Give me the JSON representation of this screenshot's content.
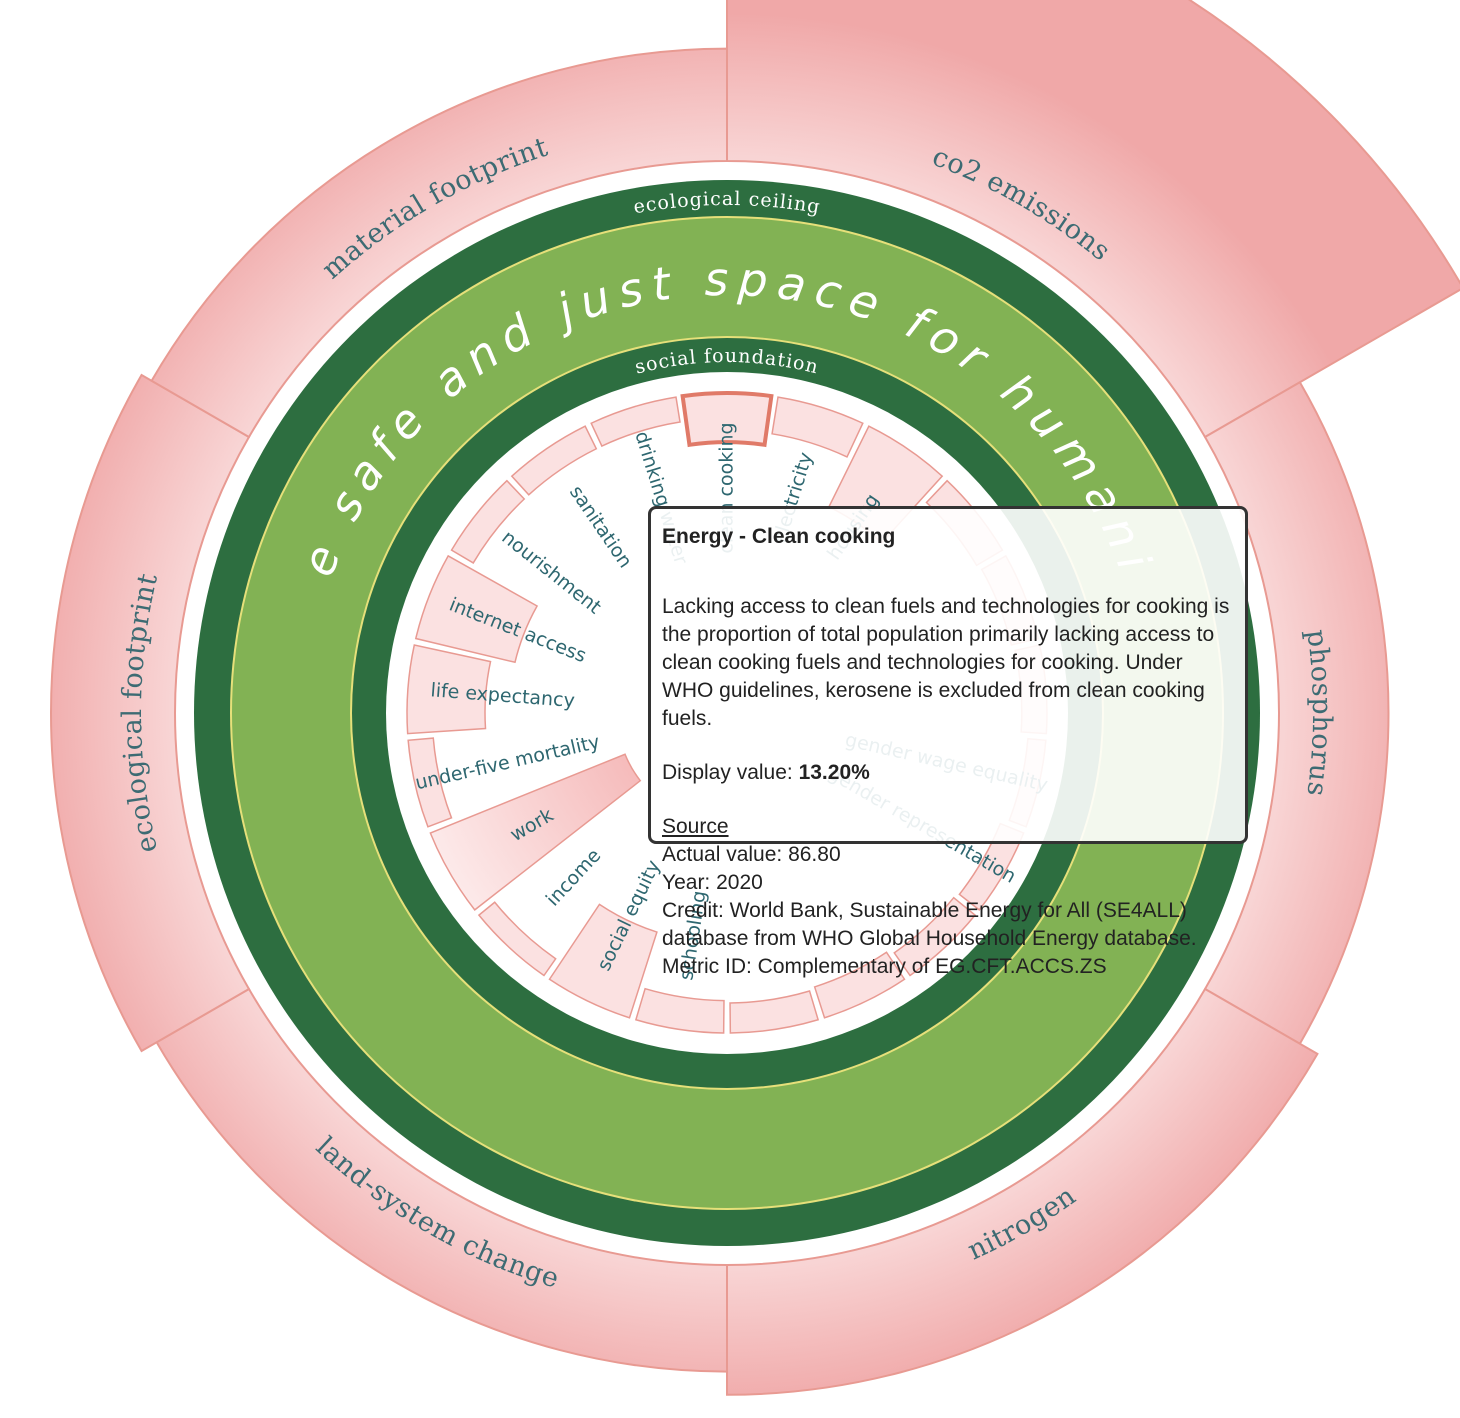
{
  "ring_labels": {
    "ecological_ceiling": "ecological ceiling",
    "social_foundation": "social foundation",
    "safe_space": "the safe and just space for humanity"
  },
  "ecological": [
    {
      "label": "co2 emissions",
      "overshoot": 1.0
    },
    {
      "label": "phosphorus",
      "overshoot": 0.35
    },
    {
      "label": "nitrogen",
      "overshoot": 0.42
    },
    {
      "label": "land-system change",
      "overshoot": 0.34
    },
    {
      "label": "ecological footprint",
      "overshoot": 0.4
    },
    {
      "label": "material footprint",
      "overshoot": 0.36
    }
  ],
  "social": [
    {
      "label": "clean cooking",
      "shortfall": 0.13,
      "highlighted": true
    },
    {
      "label": "electricity",
      "shortfall": 0.08
    },
    {
      "label": "housing",
      "shortfall": 0.3
    },
    {
      "label": "",
      "shortfall": 0.05
    },
    {
      "label": "",
      "shortfall": 0.04
    },
    {
      "label": "",
      "shortfall": 0.03
    },
    {
      "label": "gender wage equality",
      "shortfall": 0.0
    },
    {
      "label": "gender representation",
      "shortfall": 0.03
    },
    {
      "label": "",
      "shortfall": 0.04
    },
    {
      "label": "",
      "shortfall": 0.06
    },
    {
      "label": "",
      "shortfall": 0.05
    },
    {
      "label": "schooling",
      "shortfall": 0.06
    },
    {
      "label": "social equity",
      "shortfall": 0.3
    },
    {
      "label": "income",
      "shortfall": 0.01
    },
    {
      "label": "work",
      "shortfall": 0.8
    },
    {
      "label": "under-five mortality",
      "shortfall": 0.03
    },
    {
      "label": "life expectancy",
      "shortfall": 0.25
    },
    {
      "label": "internet access",
      "shortfall": 0.35
    },
    {
      "label": "nourishment",
      "shortfall": 0.03
    },
    {
      "label": "sanitation",
      "shortfall": 0.03
    },
    {
      "label": "drinking water",
      "shortfall": 0.03
    }
  ],
  "tooltip": {
    "title": "Energy - Clean cooking",
    "description": "Lacking access to clean fuels and technologies for cooking is the proportion of total population primarily lacking access to clean cooking fuels and technologies for cooking. Under WHO guidelines, kerosene is excluded from clean cooking fuels.",
    "display_label": "Display value:",
    "display_value": "13.20%",
    "source_label": "Source",
    "actual_value": "Actual value: 86.80",
    "year": "Year: 2020",
    "credit": "Credit: World Bank, Sustainable Energy for All (SE4ALL) database from WHO Global Household Energy database.",
    "metric_id": "Metric ID: Complementary of EG.CFT.ACCS.ZS"
  },
  "colors": {
    "dark_green": "#2d6e40",
    "light_green": "#82b254",
    "boundary_yellow": "#e6e07a",
    "pink_fill": "#f6cfcf",
    "pink_strong": "#ec9a9a",
    "pink_stroke": "#e89a92",
    "highlight_stroke": "#e07a68"
  }
}
